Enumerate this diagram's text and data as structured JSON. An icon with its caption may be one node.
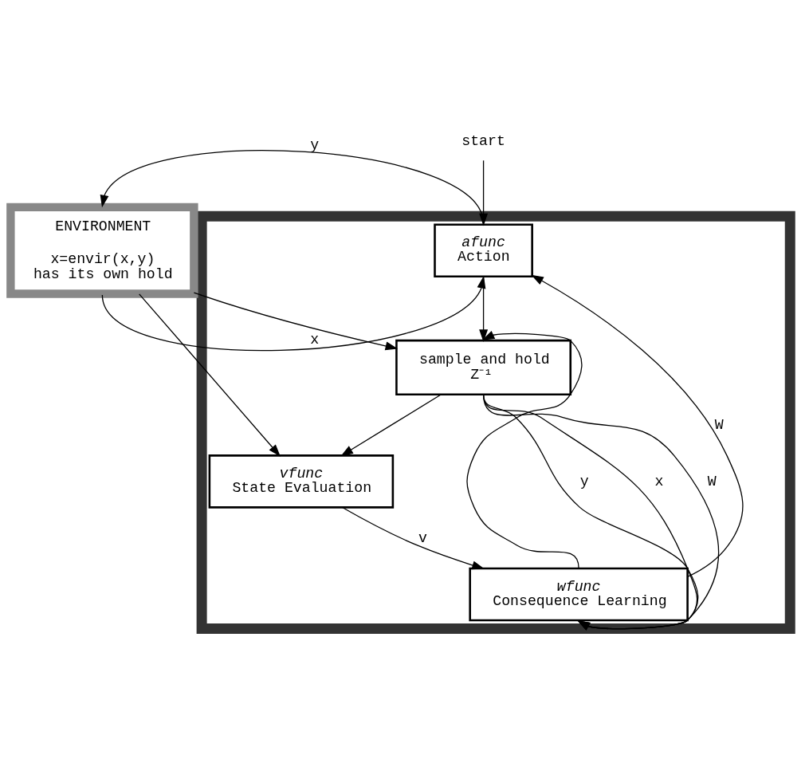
{
  "diagram": {
    "nodes": [
      {
        "text": [],
        "shape": "box"
      },
      {
        "text": [
          "afunc",
          "Action"
        ],
        "in": 0
      },
      {
        "text": [
          "wfunc",
          "Consequence Learning"
        ],
        "in": 0
      },
      {
        "text": [
          "vfunc",
          "State Evaluation"
        ],
        "in": 0
      },
      {
        "text": [
          "sample and hold",
          "Z⁻¹"
        ],
        "in": 0
      },
      {
        "text": [
          "ENVIRONMENT",
          "x=envir(x,y)",
          "has its own hold"
        ]
      },
      {
        "text": [
          "start"
        ]
      }
    ],
    "edges": [
      {
        "from": 6,
        "to": 1,
        "arrow": "to"
      },
      {
        "from": 1,
        "to": 5,
        "arrow": "to",
        "label": "y"
      },
      {
        "from": 1,
        "to": 4,
        "arrow": "to"
      },
      {
        "from": 2,
        "to": 1,
        "arrow": "to",
        "label": "W"
      },
      {
        "from": 2,
        "to": 4,
        "arrow": "to"
      },
      {
        "from": 4,
        "to": 2,
        "arrow": "to",
        "label": "x"
      },
      {
        "from": 4,
        "to": 2,
        "arrow": "to",
        "label": "y"
      },
      {
        "from": 4,
        "to": 2,
        "arrow": "to",
        "label": "W"
      },
      {
        "from": 4,
        "to": 3,
        "arrow": "to"
      },
      {
        "from": 3,
        "to": 2,
        "arrow": "to",
        "label": "v"
      },
      {
        "from": 5,
        "to": 1,
        "arrow": "to",
        "label": "x"
      },
      {
        "from": 5,
        "to": 3,
        "arrow": "to"
      },
      {
        "from": 5,
        "to": 4,
        "arrow": "to"
      }
    ]
  }
}
